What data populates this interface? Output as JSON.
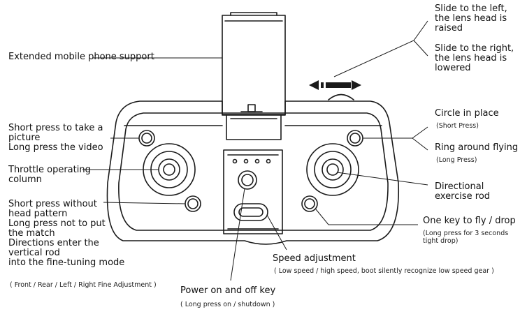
{
  "colors": {
    "line": "#1a1a1a",
    "background": "#ffffff"
  },
  "labels": {
    "phone_support": "Extended mobile phone support",
    "slide_left": [
      "Slide to the left,",
      "the lens head is",
      "raised"
    ],
    "slide_right": [
      "Slide to the right,",
      "the lens head is",
      "lowered"
    ],
    "photo_video": [
      "Short press to take a",
      "picture",
      "Long press the video"
    ],
    "throttle": [
      "Throttle operating",
      "column"
    ],
    "headless": [
      "Short press without",
      "head pattern",
      "Long press not to put",
      " the match",
      "Directions enter the",
      "vertical rod",
      "into the fine-tuning mode"
    ],
    "headless_note": "( Front / Rear / Left / Right Fine Adjustment )",
    "circle": "Circle in place",
    "circle_note": "(Short Press)",
    "ring": "Ring around flying",
    "ring_note": "(Long Press)",
    "directional": [
      "Directional",
      "exercise rod"
    ],
    "one_key": "One key to fly / drop",
    "one_key_note": [
      "(Long press for 3 seconds",
      " tight drop)"
    ],
    "speed": "Speed adjustment",
    "speed_note": "( Low speed / high speed, boot silently recognize low speed gear )",
    "power": "Power on and off key",
    "power_note": "( Long press on / shutdown )"
  }
}
